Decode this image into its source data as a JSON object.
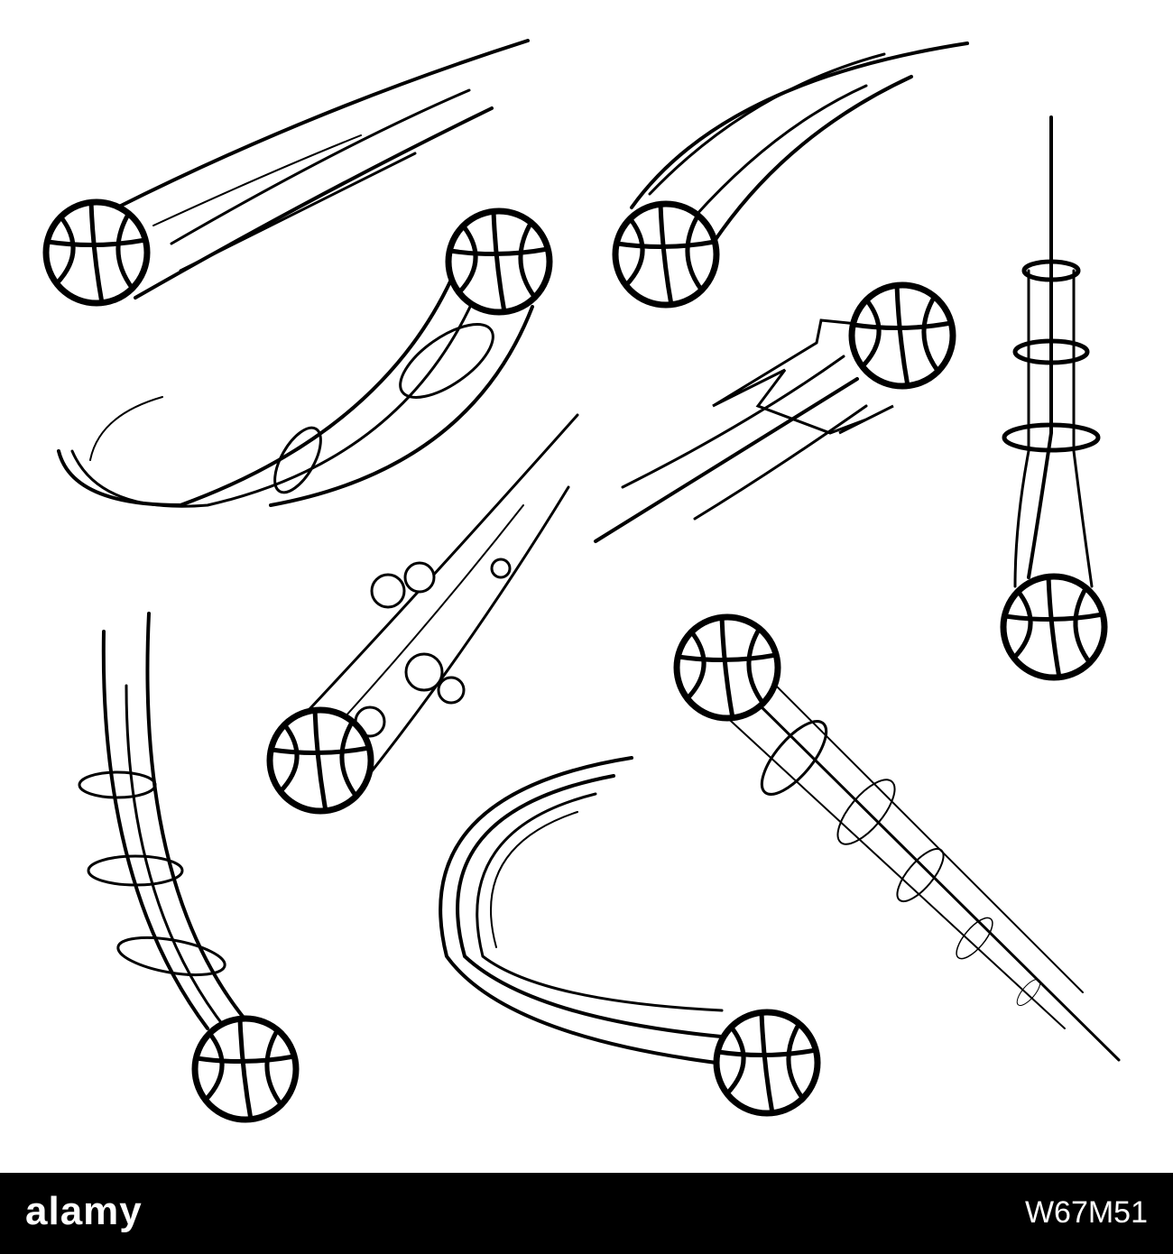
{
  "footer": {
    "logo_text": "alamy",
    "image_id": "W67M51",
    "background": "#000000",
    "text_color": "#ffffff"
  },
  "artwork": {
    "subject": "basketball-icon",
    "line_color": "#000000",
    "background": "#ffffff",
    "count": 9
  }
}
